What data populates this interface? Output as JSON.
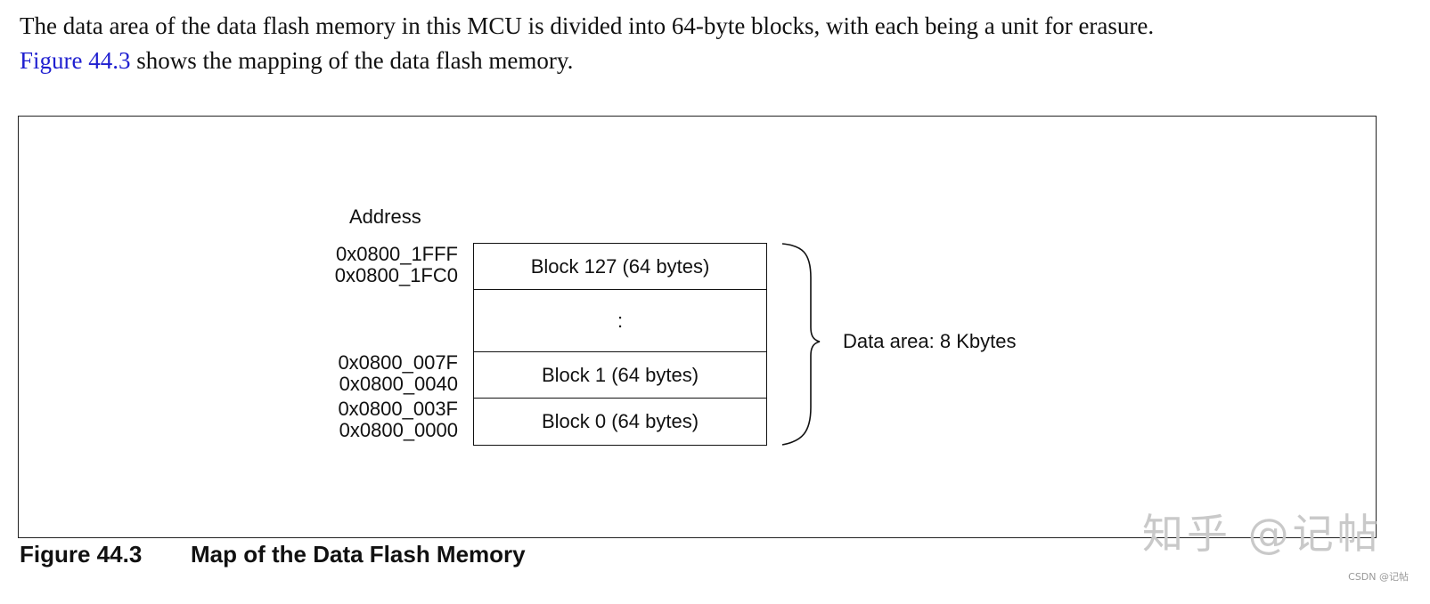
{
  "intro": {
    "line1": "The data area of the data flash memory in this MCU is divided into 64-byte blocks, with each being a unit for erasure.",
    "link_text": "Figure 44.3",
    "line2_rest": " shows the mapping of the data flash memory."
  },
  "diagram": {
    "address_heading": "Address",
    "addresses": [
      {
        "top": "0x0800_1FFF",
        "bottom": "0x0800_1FC0"
      },
      {
        "top": "0x0800_007F",
        "bottom": "0x0800_0040"
      },
      {
        "top": "0x0800_003F",
        "bottom": "0x0800_0000"
      }
    ],
    "blocks": [
      {
        "label": "Block 127 (64 bytes)"
      },
      {
        "label": ":"
      },
      {
        "label": "Block 1 (64 bytes)"
      },
      {
        "label": "Block 0 (64 bytes)"
      }
    ],
    "area_label": "Data area: 8 Kbytes"
  },
  "caption": {
    "number": "Figure 44.3",
    "title": "Map of the Data Flash Memory"
  },
  "watermark": {
    "text": "知乎 @记帖",
    "csdn": "CSDN @记帖"
  },
  "colors": {
    "link": "#1f1fd0",
    "line": "#111111",
    "watermark": "#c9c9c9"
  }
}
